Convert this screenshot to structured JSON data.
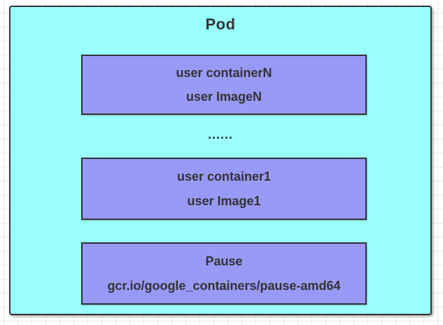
{
  "diagram": {
    "pod": {
      "title": "Pod",
      "ellipsis": "......",
      "containers": [
        {
          "name": "user containerN",
          "image": "user ImageN"
        },
        {
          "name": "user container1",
          "image": "user Image1"
        },
        {
          "name": "Pause",
          "image": "gcr.io/google_containers/pause-amd64"
        }
      ]
    },
    "colors": {
      "pod_fill": "#99FFFF",
      "container_fill": "#9999F7",
      "border": "#333333",
      "text": "#333333",
      "grid_line": "#e9e9e9",
      "canvas_bg": "#ffffff"
    }
  }
}
